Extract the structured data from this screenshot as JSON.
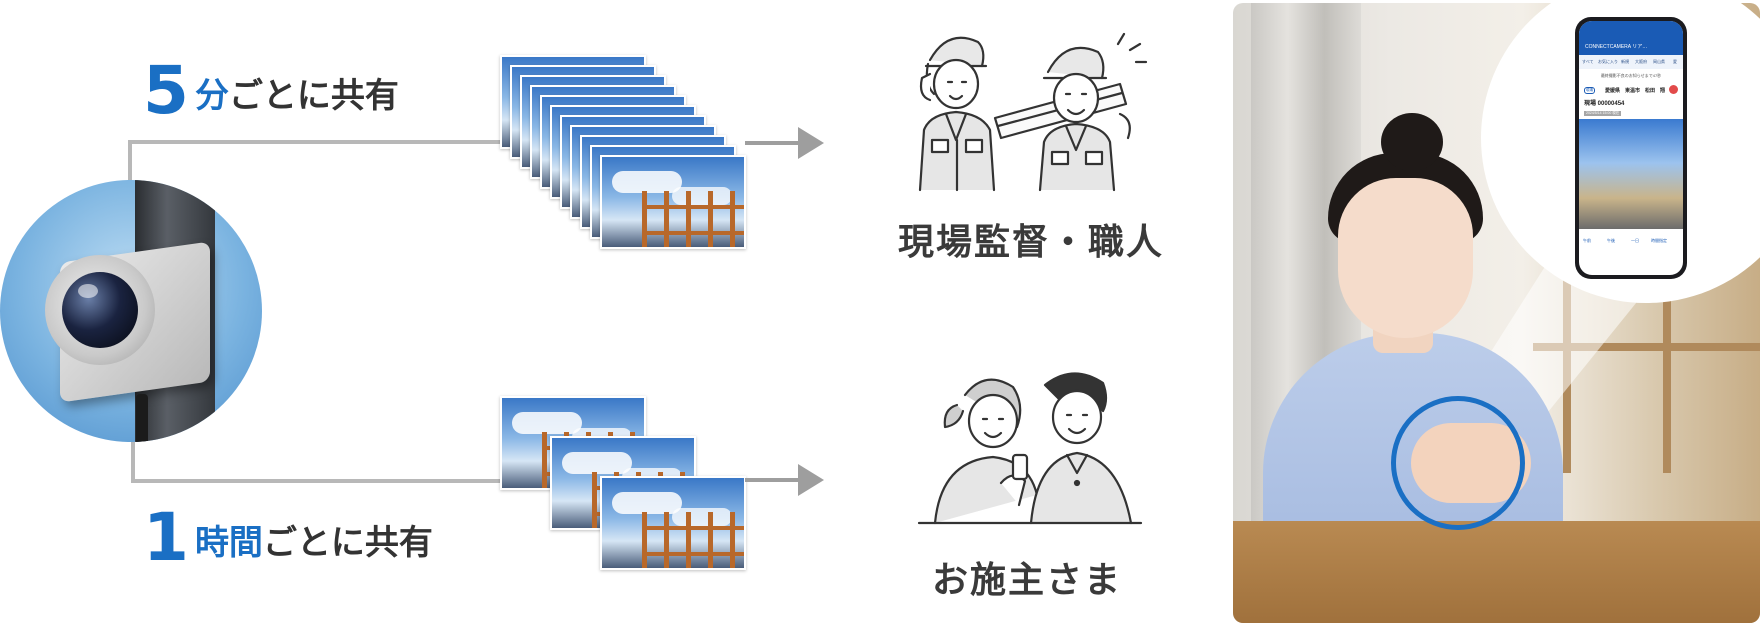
{
  "top_share": {
    "number": "5",
    "unit": "分",
    "rest": "ごとに共有"
  },
  "bottom_share": {
    "number": "1",
    "unit": "時間",
    "rest": "ごとに共有"
  },
  "top_audience": {
    "label": "現場監督・職人"
  },
  "bottom_audience": {
    "label": "お施主さま"
  },
  "top_stack_count": 11,
  "bottom_stack_count": 3,
  "colors": {
    "accent": "#1a6fc4",
    "text": "#333333",
    "connector": "#b8b8b8",
    "arrow": "#9e9e9e"
  },
  "icons": {
    "camera": "fisheye-camera-photo",
    "workers": "construction-workers-illustration",
    "clients": "couple-with-smartphone-illustration"
  },
  "phone": {
    "brand": "CONNECTCAMERA リア…",
    "tabs": [
      "すべて",
      "お気に入り",
      "新規",
      "大阪府",
      "岡山県",
      "愛"
    ],
    "notice": "最終撮影不良のお知らせまで47秒",
    "location_badge": "現場",
    "location": "愛媛県　東温市　松田　翔",
    "site": "現場 00000454",
    "timestamp": "2024/5/14 15:00 現在",
    "bottom_buttons": [
      "午前",
      "午後",
      "一日",
      "時間指定"
    ]
  }
}
